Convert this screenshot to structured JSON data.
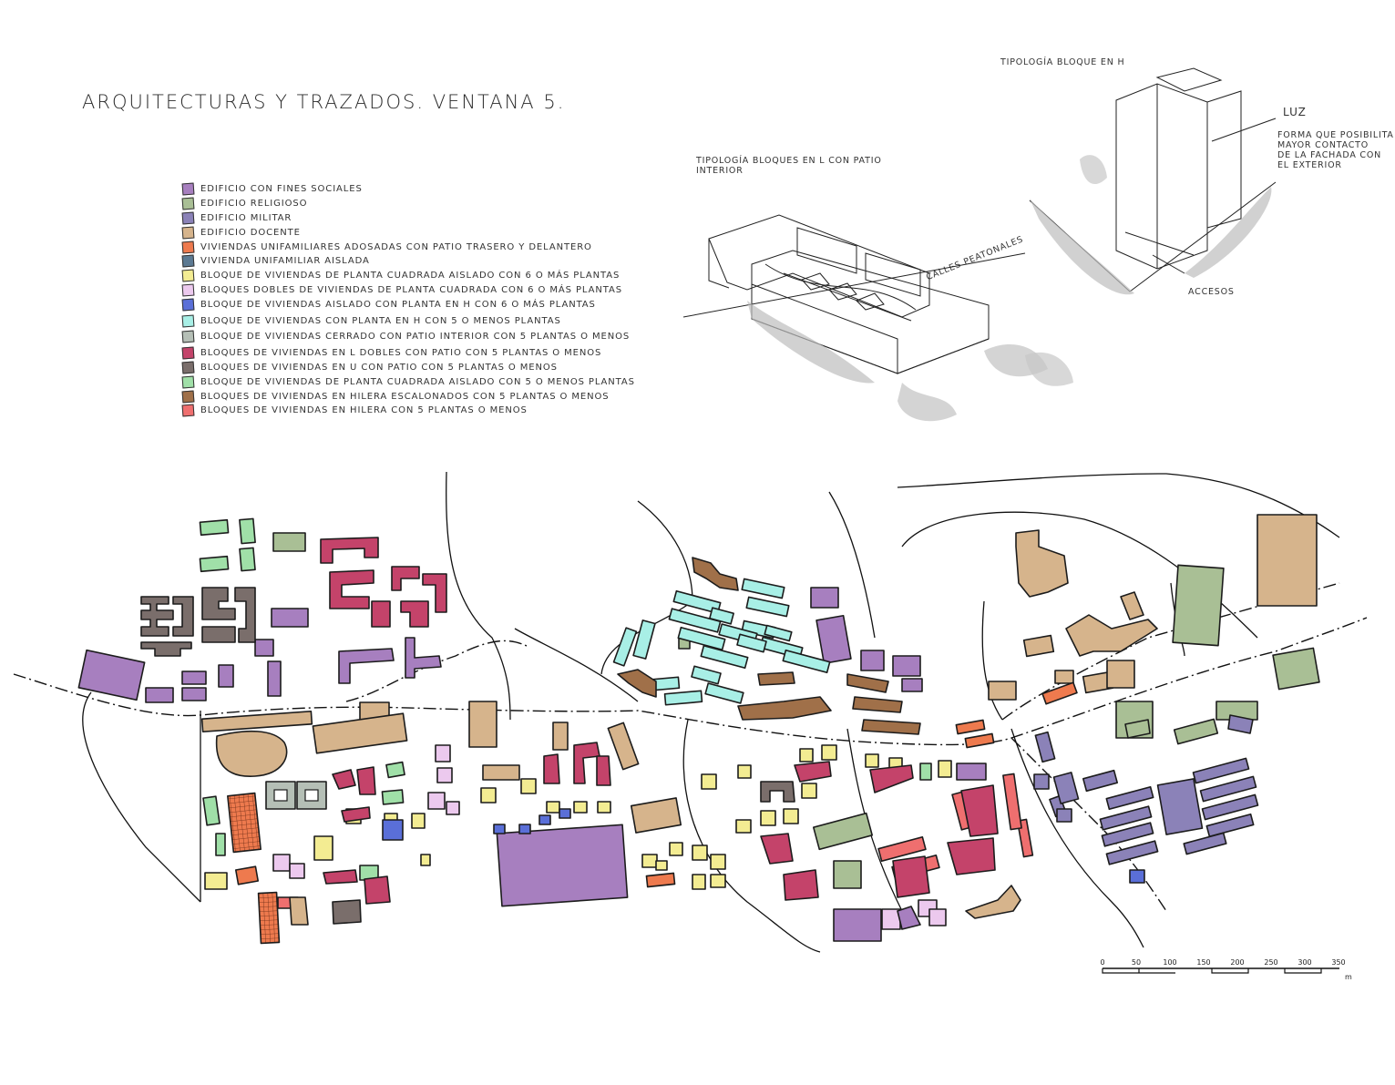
{
  "title": "ARQUITECTURAS Y TRAZADOS. VENTANA 5.",
  "legend": [
    {
      "label": "EDIFICIO CON FINES SOCIALES",
      "color": "#a77fbf"
    },
    {
      "label": "EDIFICIO RELIGIOSO",
      "color": "#a9bf95"
    },
    {
      "label": "EDIFICIO MILITAR",
      "color": "#8b82b8"
    },
    {
      "label": "EDIFICIO DOCENTE",
      "color": "#d6b48c"
    },
    {
      "label": "VIVIENDAS UNIFAMILIARES ADOSADAS CON PATIO TRASERO Y DELANTERO",
      "color": "#ee7a4e"
    },
    {
      "label": "VIVIENDA UNIFAMILIAR AISLADA",
      "color": "#5c7a93"
    },
    {
      "label": "BLOQUE DE VIVIENDAS DE PLANTA CUADRADA AISLADO CON 6 O MÁS PLANTAS",
      "color": "#f3ec92"
    },
    {
      "label": "BLOQUES DOBLES DE VIVIENDAS DE PLANTA CUADRADA CON 6 O MÁS PLANTAS",
      "color": "#ecc9ee"
    },
    {
      "label": "BLOQUE DE VIVIENDAS AISLADO CON PLANTA EN H CON 6 O MÁS PLANTAS",
      "color": "#5a6fd8"
    },
    {
      "label": "BLOQUE DE VIVIENDAS CON PLANTA EN H CON 5 O MENOS PLANTAS",
      "color": "#a8efe6"
    },
    {
      "label": "BLOQUE DE VIVIENDAS CERRADO CON PATIO INTERIOR CON 5 PLANTAS O MENOS",
      "color": "#b5bfb6"
    },
    {
      "label": "BLOQUES DE VIVIENDAS EN L DOBLES CON PATIO CON 5 PLANTAS O MENOS",
      "color": "#c4436a"
    },
    {
      "label": "BLOQUES DE VIVIENDAS EN U CON PATIO CON 5 PLANTAS O MENOS",
      "color": "#7a6e6b"
    },
    {
      "label": "BLOQUE DE VIVIENDAS DE PLANTA CUADRADA AISLADO CON 5 O MENOS PLANTAS",
      "color": "#a0e0a8"
    },
    {
      "label": "BLOQUES DE VIVIENDAS EN HILERA ESCALONADOS CON 5 PLANTAS O MENOS",
      "color": "#a07049"
    },
    {
      "label": "BLOQUES DE VIVIENDAS EN HILERA CON 5 PLANTAS O MENOS",
      "color": "#ef6f6f"
    }
  ],
  "sketch_L": {
    "caption": "TIPOLOGÍA BLOQUES EN L CON PATIO\nINTERIOR",
    "street_label": "CALLES PEATONALES"
  },
  "sketch_H": {
    "caption": "TIPOLOGÍA BLOQUE EN H",
    "light_label": "LUZ",
    "light_note": "FORMA QUE POSIBILITA\nMAYOR CONTACTO\nDE LA FACHADA CON\nEL EXTERIOR",
    "access_label": "ACCESOS"
  },
  "scale": {
    "ticks": [
      "0",
      "50",
      "100",
      "150",
      "200",
      "250",
      "300",
      "350"
    ],
    "unit": "m"
  }
}
